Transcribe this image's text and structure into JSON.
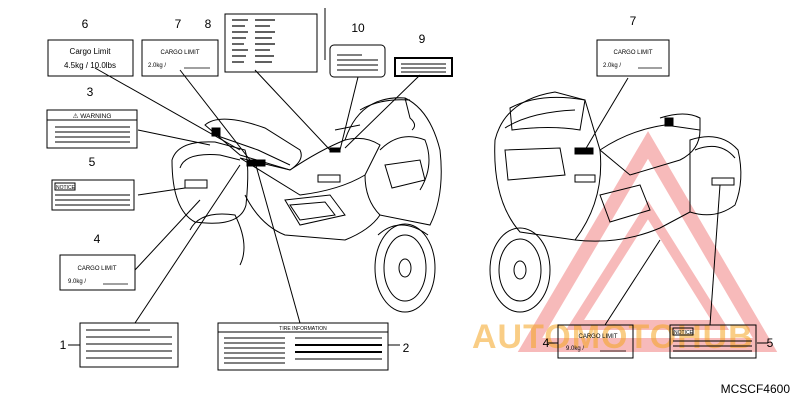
{
  "diagram_code": "MCSCF4600",
  "watermark": {
    "text": "AUTOMOTOHUB",
    "color": "#f5a623",
    "accent": "#e8393a"
  },
  "callouts": [
    "1",
    "2",
    "3",
    "4",
    "5",
    "6",
    "7",
    "8",
    "9",
    "10",
    "7",
    "4",
    "5"
  ],
  "labels": {
    "cargo_6": {
      "title": "Cargo Limit",
      "value": "4.5kg   /  10.0lbs"
    },
    "cargo_7": {
      "title": "CARGO LIMIT",
      "value": "2.0kg     /"
    },
    "cargo_4": {
      "title": "CARGO LIMIT",
      "value": "9.0kg       /"
    },
    "cargo_7r": {
      "title": "CARGO LIMIT",
      "value": "2.0kg     /"
    },
    "cargo_4r": {
      "title": "CARGO LIMIT",
      "value": "9.0kg       /"
    },
    "warning_3": {
      "title": "⚠ WARNING"
    },
    "notice_5": {
      "title": "NOTICE"
    },
    "notice_5r": {
      "title": "NOTICE"
    },
    "tire_2": {
      "title": "TIRE INFORMATION"
    }
  },
  "colors": {
    "line": "#000000",
    "background": "#ffffff"
  },
  "icons": [
    "warning-triangle-icon"
  ]
}
